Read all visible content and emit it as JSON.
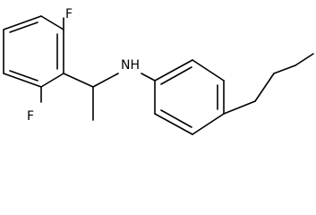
{
  "atoms": {
    "fluorine_top": "F",
    "fluorine_bottom": "F",
    "amine": "NH"
  },
  "colors": {
    "bond": "#000000",
    "label": "#000000",
    "background": "#ffffff"
  }
}
